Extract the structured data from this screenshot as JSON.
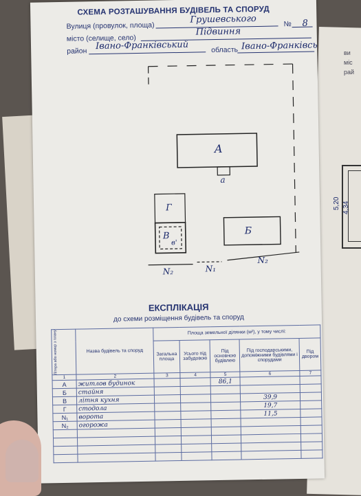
{
  "header": {
    "title": "СХЕМА РОЗТАШУВАННЯ БУДІВЕЛЬ ТА СПОРУД",
    "street_label": "Вулиця (провулок, площа)",
    "street_value": "Грушевського",
    "number_label": "№",
    "number_value": "8",
    "city_label": "місто (селище, село)",
    "city_value": "Підвиння",
    "district_label": "район",
    "district_value": "Івано-Франківський",
    "oblast_label": "область",
    "oblast_value": "Івано-Франківськ"
  },
  "plan": {
    "building_a": "А",
    "porch_a": "а",
    "building_b": "Б",
    "building_g": "Г",
    "building_v": "В",
    "porch_v": "в'",
    "fence_n2_left": "N₂",
    "gate_n1": "N₁",
    "fence_n2_right": "N₂"
  },
  "explication": {
    "title": "ЕКСПЛІКАЦІЯ",
    "subtitle": "до схеми розміщення будівель та споруд",
    "headers": {
      "letter": "Літера або номер з плану",
      "name": "Назва будівель та споруд",
      "area_group": "Площа земельної ділянки (м²), у тому числі:",
      "total": "Загальна площа",
      "under_buildings": "Усього під забудовою",
      "main_building": "Під основною будівлею",
      "auxiliary": "Під господарськими, допоміжними будівлями і спорудами",
      "yard": "Під двором"
    },
    "column_numbers": [
      "1",
      "2",
      "3",
      "4",
      "5",
      "6",
      "7"
    ],
    "rows": [
      {
        "letter": "А",
        "name": "житлов будинок",
        "total": "",
        "under": "",
        "main": "86,1",
        "aux": "",
        "yard": ""
      },
      {
        "letter": "Б",
        "name": "стайня",
        "total": "",
        "under": "",
        "main": "",
        "aux": "",
        "yard": ""
      },
      {
        "letter": "В",
        "name": "літня кухня",
        "total": "",
        "under": "",
        "main": "",
        "aux": "39,9",
        "yard": ""
      },
      {
        "letter": "Г",
        "name": "стодола",
        "total": "",
        "under": "",
        "main": "",
        "aux": "19,7",
        "yard": ""
      },
      {
        "letter": "N₁",
        "name": "ворота",
        "total": "",
        "under": "",
        "main": "",
        "aux": "11,5",
        "yard": ""
      },
      {
        "letter": "N₂",
        "name": "огорожа",
        "total": "",
        "under": "",
        "main": "",
        "aux": "",
        "yard": ""
      },
      {
        "letter": "",
        "name": "",
        "total": "",
        "under": "",
        "main": "",
        "aux": "",
        "yard": ""
      },
      {
        "letter": "",
        "name": "",
        "total": "",
        "under": "",
        "main": "",
        "aux": "",
        "yard": ""
      },
      {
        "letter": "",
        "name": "",
        "total": "",
        "under": "",
        "main": "",
        "aux": "",
        "yard": ""
      },
      {
        "letter": "",
        "name": "",
        "total": "",
        "under": "",
        "main": "",
        "aux": "",
        "yard": ""
      }
    ]
  },
  "background_sheet": {
    "lines": [
      "ви",
      "міс",
      "рай"
    ],
    "dim_outer": "5,20",
    "dim_inner": "4,34"
  }
}
